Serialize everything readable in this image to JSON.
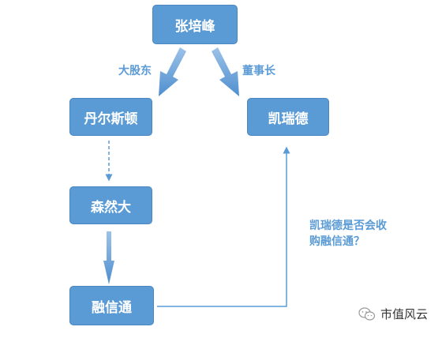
{
  "nodes": {
    "zhang": "张培峰",
    "danersidun": "丹尔斯顿",
    "kairuide": "凯瑞德",
    "senranda": "森然大",
    "rongxintong": "融信通"
  },
  "edges": {
    "major_shareholder": "大股东",
    "chairman": "董事长"
  },
  "question": "凯瑞德是否会收购融信通？",
  "watermark": {
    "icon": "wechat-icon",
    "text": "市值风云"
  },
  "colors": {
    "node_fill": "#5b9bd5",
    "node_text": "#ffffff",
    "label_text": "#5b9bd5"
  }
}
